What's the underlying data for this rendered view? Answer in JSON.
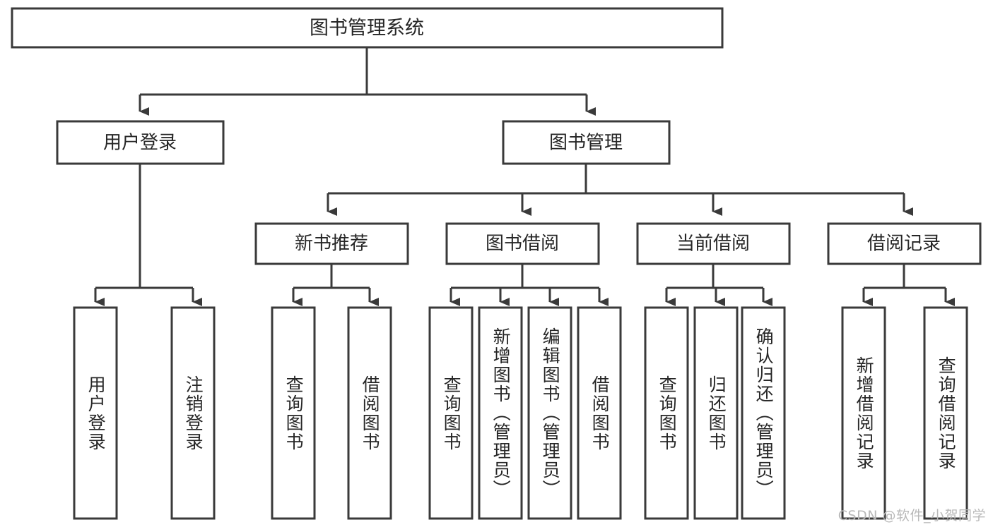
{
  "diagram": {
    "title": "图书管理系统",
    "type": "tree-hierarchy-flowchart",
    "colors": {
      "stroke": "#3a3a3a",
      "box_fill": "#ffffff",
      "text": "#262626",
      "background": "#ffffff",
      "watermark": "#b9b9b9"
    },
    "root": {
      "label": "图书管理系统"
    },
    "level2": [
      {
        "label": "用户登录"
      },
      {
        "label": "图书管理"
      }
    ],
    "level3": [
      {
        "label": "新书推荐"
      },
      {
        "label": "图书借阅"
      },
      {
        "label": "当前借阅"
      },
      {
        "label": "借阅记录"
      }
    ],
    "leaves": {
      "user_login": [
        {
          "label": "用户登录"
        },
        {
          "label": "注销登录"
        }
      ],
      "new_book_recommend": [
        {
          "label": "查询图书"
        },
        {
          "label": "借阅图书"
        }
      ],
      "book_borrow": [
        {
          "label": "查询图书"
        },
        {
          "label": "新增图书（管理员）"
        },
        {
          "label": "编辑图书（管理员）"
        },
        {
          "label": "借阅图书"
        }
      ],
      "current_borrow": [
        {
          "label": "查询图书"
        },
        {
          "label": "归还图书"
        },
        {
          "label": "确认归还（管理员）"
        }
      ],
      "borrow_records": [
        {
          "label": "新增借阅记录"
        },
        {
          "label": "查询借阅记录"
        }
      ]
    },
    "watermark": "CSDN @软件_小贺同学"
  }
}
